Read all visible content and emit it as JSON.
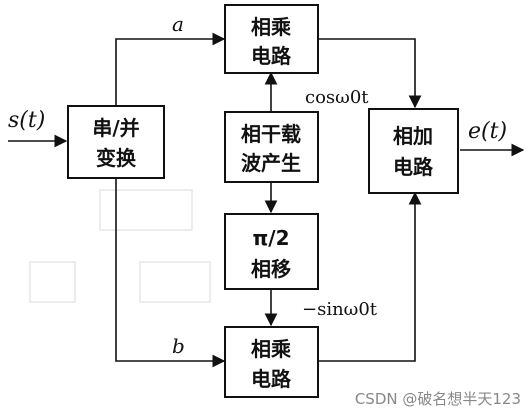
{
  "blocks": {
    "sp": [
      "串/并",
      "变换"
    ],
    "mult_top": [
      "相乘",
      "电路"
    ],
    "carrier": [
      "相干载",
      "波产生"
    ],
    "phase": [
      "π/2",
      "相移"
    ],
    "mult_bottom": [
      "相乘",
      "电路"
    ],
    "adder": [
      "相加",
      "电路"
    ]
  },
  "labels": {
    "input": "s(t)",
    "output": "e(t)",
    "branch_a": "a",
    "branch_b": "b",
    "cos": "cosω0t",
    "sin": "−sinω0t"
  },
  "watermark": "CSDN @破名想半天123",
  "colors": {
    "line": "#111111",
    "watermark": "#888888"
  }
}
